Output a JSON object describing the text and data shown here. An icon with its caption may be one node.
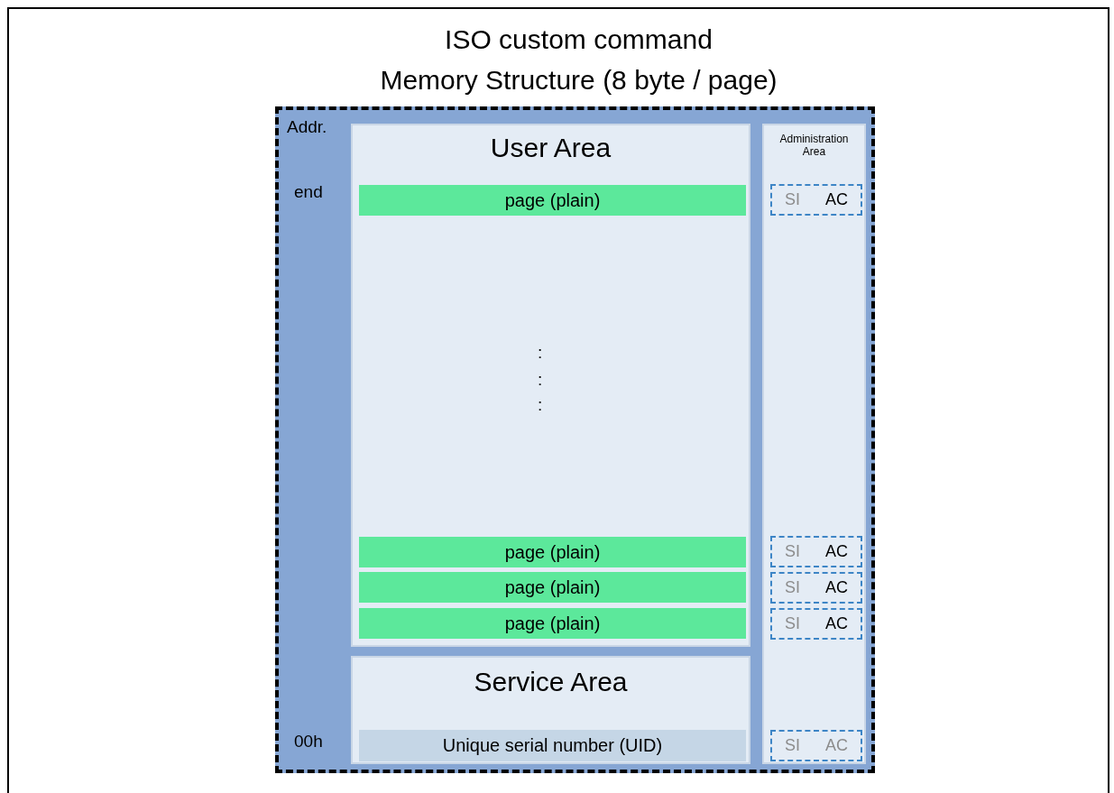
{
  "diagram": {
    "nodes": [
      {
        "text": [
          "ISO custom command",
          "Memory Structure (8 byte / page)"
        ]
      },
      {
        "text": [
          "User Area"
        ],
        "in": 0
      },
      {
        "text": [
          "page (plain)"
        ],
        "in": 1
      },
      {
        "text": [
          "page (plain)"
        ],
        "in": 1
      },
      {
        "text": [
          "page (plain)"
        ],
        "in": 1
      },
      {
        "text": [
          "page (plain)"
        ],
        "in": 1
      },
      {
        "text": [
          "Service Area"
        ],
        "in": 0
      },
      {
        "text": [
          "Unique serial number (UID)"
        ],
        "in": 6
      },
      {
        "text": [
          "Administration Area"
        ],
        "in": 0
      },
      {
        "text": [
          "SI",
          "AC"
        ],
        "in": 8
      },
      {
        "text": [
          "SI",
          "AC"
        ],
        "in": 8
      },
      {
        "text": [
          "SI",
          "AC"
        ],
        "in": 8
      },
      {
        "text": [
          "SI",
          "AC"
        ],
        "in": 8
      },
      {
        "text": [
          "SI",
          "AC"
        ],
        "in": 8
      }
    ],
    "labels": [
      "Addr.",
      "end",
      ":",
      ":",
      ":",
      "00h"
    ]
  }
}
